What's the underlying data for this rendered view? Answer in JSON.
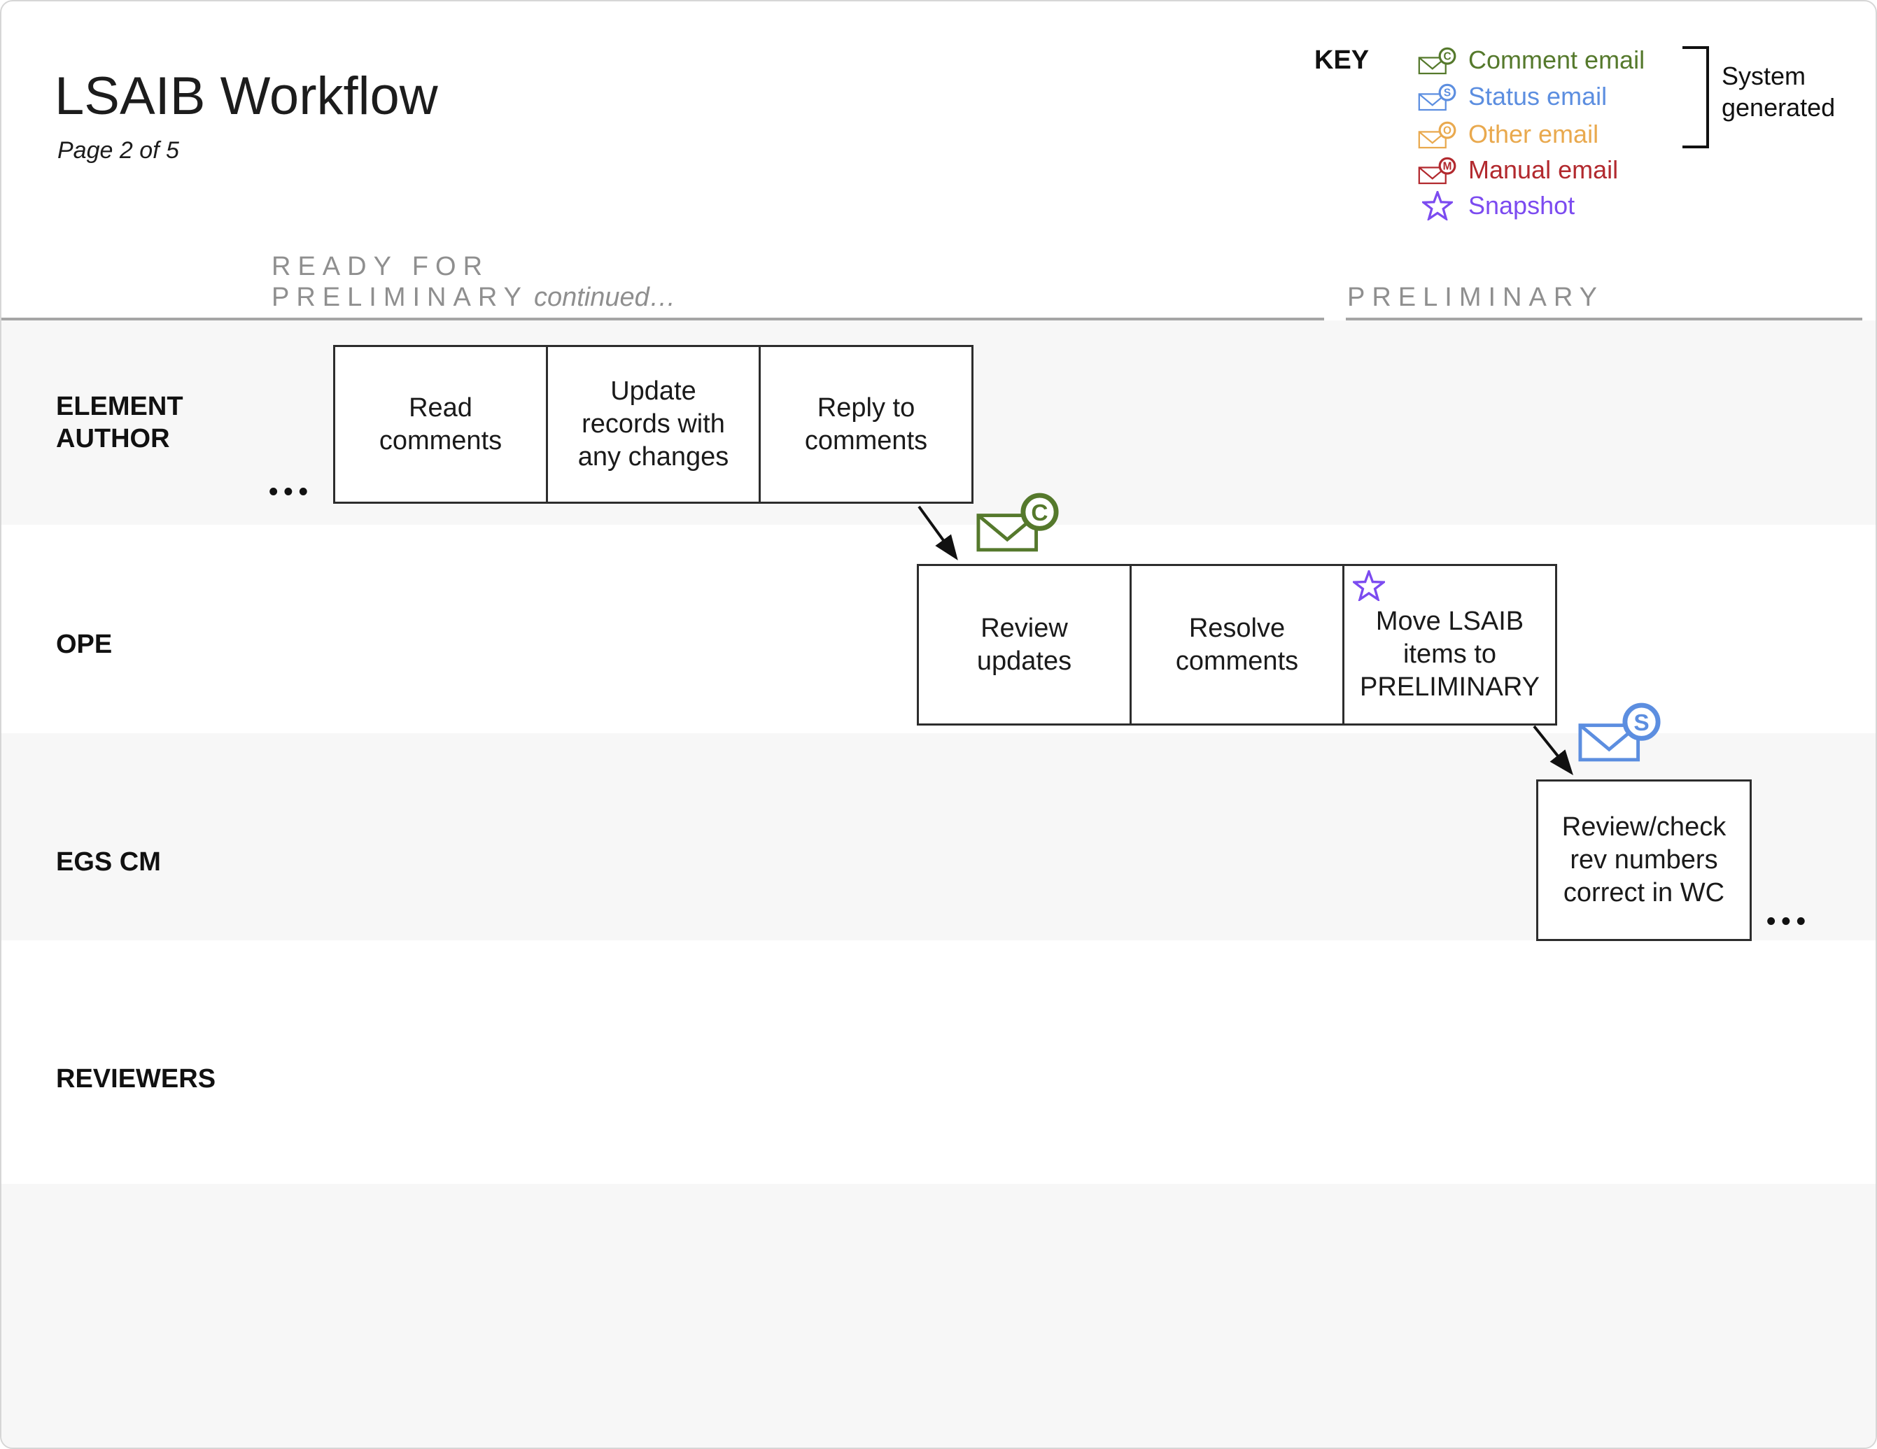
{
  "header": {
    "title": "LSAIB Workflow",
    "page": "Page 2 of 5"
  },
  "key": {
    "label": "KEY",
    "bracket_label": "System\ngenerated",
    "items": [
      {
        "label": "Comment email",
        "letter": "C",
        "color": "#55792C"
      },
      {
        "label": "Status email",
        "letter": "S",
        "color": "#5C8EE0"
      },
      {
        "label": "Other email",
        "letter": "O",
        "color": "#E9A94E"
      },
      {
        "label": "Manual email",
        "letter": "M",
        "color": "#B2292E"
      },
      {
        "label": "Snapshot",
        "color": "#7C4BF0"
      }
    ]
  },
  "phases": {
    "left_line1": "READY FOR",
    "left_line2": "PRELIMINARY",
    "left_suffix": "continued…",
    "right": "PRELIMINARY"
  },
  "lanes": [
    {
      "label": "ELEMENT\nAUTHOR"
    },
    {
      "label": "OPE"
    },
    {
      "label": "EGS CM"
    },
    {
      "label": "REVIEWERS"
    }
  ],
  "tasks": {
    "element_author": [
      "Read\ncomments",
      "Update\nrecords with\nany changes",
      "Reply to\ncomments"
    ],
    "ope": [
      "Review\nupdates",
      "Resolve\ncomments",
      "Move LSAIB\nitems to\nPRELIMINARY"
    ],
    "egs_cm": [
      "Review/check\nrev numbers\ncorrect in WC"
    ]
  },
  "connectors": [
    {
      "type": "comment-email",
      "letter": "C"
    },
    {
      "type": "status-email",
      "letter": "S"
    }
  ],
  "ellipsis": "•••"
}
